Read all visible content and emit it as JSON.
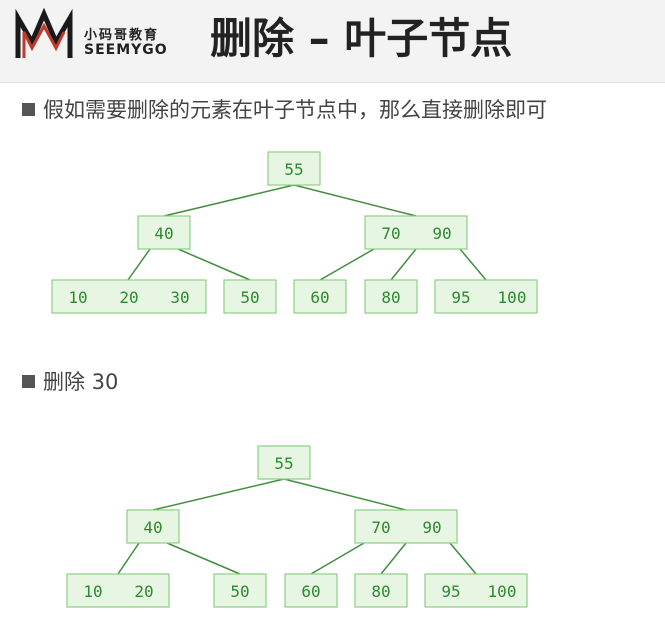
{
  "logo": {
    "cn": "小码哥教育",
    "en": "SEEMYGO",
    "mark_colors": [
      "#1a1a1a",
      "#c0392b"
    ]
  },
  "title": "删除 – 叶子节点",
  "bullets": [
    "假如需要删除的元素在叶子节点中，那么直接删除即可",
    "删除 30"
  ],
  "colors": {
    "node_fill": "#e6f6e3",
    "node_border": "#8ecf84",
    "key_text": "#2e8a2e",
    "edge": "#3f8f3f"
  },
  "trees": [
    {
      "name": "before",
      "root": [
        "55"
      ],
      "level1": [
        [
          "40"
        ],
        [
          "70",
          "90"
        ]
      ],
      "leaves": [
        [
          "10",
          "20",
          "30"
        ],
        [
          "50"
        ],
        [
          "60"
        ],
        [
          "80"
        ],
        [
          "95",
          "100"
        ]
      ]
    },
    {
      "name": "after",
      "root": [
        "55"
      ],
      "level1": [
        [
          "40"
        ],
        [
          "70",
          "90"
        ]
      ],
      "leaves": [
        [
          "10",
          "20"
        ],
        [
          "50"
        ],
        [
          "60"
        ],
        [
          "80"
        ],
        [
          "95",
          "100"
        ]
      ]
    }
  ]
}
